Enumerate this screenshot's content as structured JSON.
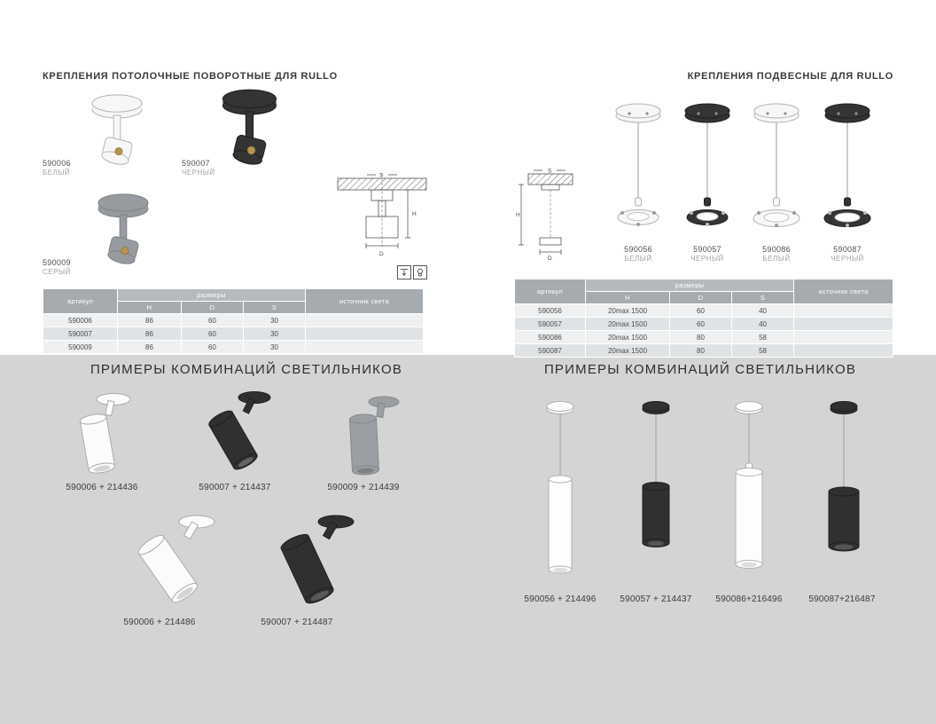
{
  "ceiling": {
    "title": "КРЕПЛЕНИЯ ПОТОЛОЧНЫЕ ПОВОРОТНЫЕ ДЛЯ RULLO",
    "products": [
      {
        "code": "590006",
        "finish": "БЕЛЫЙ",
        "color": "#f7f7f7"
      },
      {
        "code": "590007",
        "finish": "ЧЕРНЫЙ",
        "color": "#343434"
      },
      {
        "code": "590009",
        "finish": "СЕРЫЙ",
        "color": "#979a9e"
      }
    ],
    "table": {
      "header_article": "артикул",
      "header_dims": "размеры",
      "header_h": "H",
      "header_d": "D",
      "header_s": "S",
      "header_source": "источник света",
      "rows": [
        {
          "article": "590006",
          "h": "86",
          "d": "60",
          "s": "30",
          "source": ""
        },
        {
          "article": "590007",
          "h": "86",
          "d": "60",
          "s": "30",
          "source": ""
        },
        {
          "article": "590009",
          "h": "86",
          "d": "60",
          "s": "30",
          "source": ""
        }
      ]
    },
    "diagram": {
      "dim_s": "S",
      "dim_h": "H",
      "dim_d": "D"
    }
  },
  "pendant": {
    "title": "КРЕПЛЕНИЯ ПОДВЕСНЫЕ ДЛЯ RULLO",
    "products": [
      {
        "code": "590056",
        "finish": "БЕЛЫЙ",
        "color": "#f7f7f7"
      },
      {
        "code": "590057",
        "finish": "ЧЕРНЫЙ",
        "color": "#343434"
      },
      {
        "code": "590086",
        "finish": "БЕЛЫЙ",
        "color": "#f7f7f7"
      },
      {
        "code": "590087",
        "finish": "ЧЕРНЫЙ",
        "color": "#343434"
      }
    ],
    "table": {
      "header_article": "артикул",
      "header_dims": "размеры",
      "header_h": "H",
      "header_d": "D",
      "header_s": "S",
      "header_source": "источник света",
      "rows": [
        {
          "article": "590056",
          "h": "20max 1500",
          "d": "60",
          "s": "40",
          "source": ""
        },
        {
          "article": "590057",
          "h": "20max 1500",
          "d": "60",
          "s": "40",
          "source": ""
        },
        {
          "article": "590086",
          "h": "20max 1500",
          "d": "80",
          "s": "58",
          "source": ""
        },
        {
          "article": "590087",
          "h": "20max 1500",
          "d": "80",
          "s": "58",
          "source": ""
        }
      ]
    },
    "diagram": {
      "dim_s": "S",
      "dim_h": "H",
      "dim_d": "D"
    }
  },
  "combos_ceiling": {
    "title": "ПРИМЕРЫ КОМБИНАЦИЙ СВЕТИЛЬНИКОВ",
    "items": [
      {
        "label": "590006 + 214436",
        "color": "#fbfbfb"
      },
      {
        "label": "590007 + 214437",
        "color": "#303030"
      },
      {
        "label": "590009 + 214439",
        "color": "#9b9ea2"
      },
      {
        "label": "590006 + 214486",
        "color": "#fbfbfb"
      },
      {
        "label": "590007 + 214487",
        "color": "#303030"
      }
    ]
  },
  "combos_pendant": {
    "title": "ПРИМЕРЫ КОМБИНАЦИЙ СВЕТИЛЬНИКОВ",
    "items": [
      {
        "label": "590056 + 214496",
        "color": "#fdfdfd"
      },
      {
        "label": "590057 + 214437",
        "color": "#303030"
      },
      {
        "label": "590086+216496",
        "color": "#fdfdfd"
      },
      {
        "label": "590087+216487",
        "color": "#303030"
      }
    ]
  },
  "colors": {
    "page_background": "#ffffff",
    "combos_background": "#d4d4d4",
    "table_header": "#a6abb0",
    "socket_brass": "#b8954e"
  }
}
